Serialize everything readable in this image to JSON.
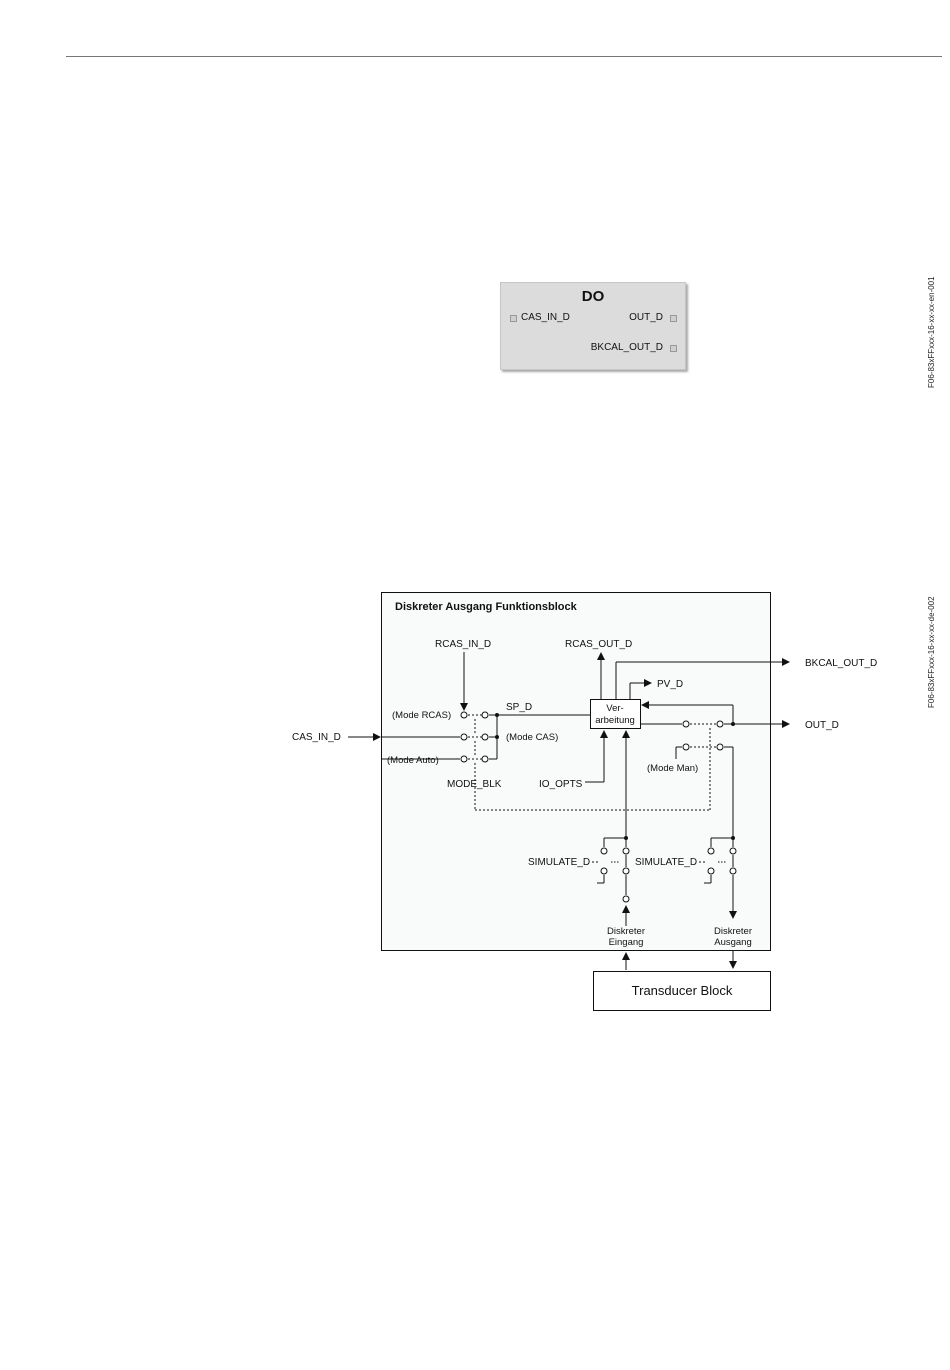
{
  "side_codes": {
    "fig1": "F06-83xFFxxx-16-xx-xx-en-001",
    "fig2": "F06-83xFFxxx-16-xx-xx-de-002"
  },
  "do_block": {
    "title": "DO",
    "input": "CAS_IN_D",
    "outputs": [
      "OUT_D",
      "BKCAL_OUT_D"
    ]
  },
  "diagram": {
    "title": "Diskreter Ausgang Funktionsblock",
    "signals": {
      "rcas_in": "RCAS_IN_D",
      "rcas_out": "RCAS_OUT_D",
      "bkcal_out": "BKCAL_OUT_D",
      "pv": "PV_D",
      "sp": "SP_D",
      "cas_in": "CAS_IN_D",
      "out": "OUT_D",
      "mode_blk": "MODE_BLK",
      "io_opts": "IO_OPTS",
      "simulate_left": "SIMULATE_D",
      "simulate_right": "SIMULATE_D"
    },
    "modes": {
      "rcas": "(Mode RCAS)",
      "cas": "(Mode CAS)",
      "auto": "(Mode Auto)",
      "man": "(Mode Man)"
    },
    "processing": {
      "line1": "Ver-",
      "line2": "arbeitung"
    },
    "discrete_in": {
      "line1": "Diskreter",
      "line2": "Eingang"
    },
    "discrete_out": {
      "line1": "Diskreter",
      "line2": "Ausgang"
    },
    "transducer": "Transducer Block"
  }
}
